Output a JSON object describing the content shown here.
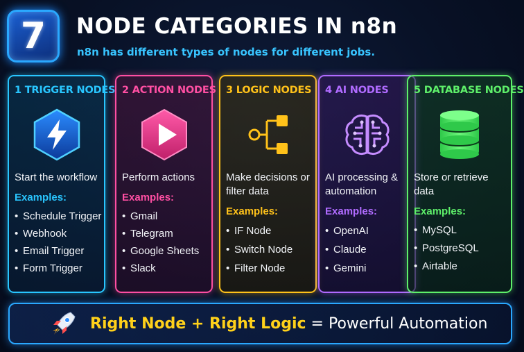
{
  "header": {
    "badge_number": "7",
    "title": "NODE CATEGORIES IN n8n",
    "subtitle": "n8n has different types of nodes for different jobs."
  },
  "cards": [
    {
      "title": "1 TRIGGER NODES",
      "icon": "lightning-bolt-icon",
      "color": "#29c6ff",
      "description": "Start the workflow",
      "examples_label": "Examples:",
      "examples": [
        "Schedule Trigger",
        "Webhook",
        "Email Trigger",
        "Form Trigger"
      ]
    },
    {
      "title": "2 ACTION NODES",
      "icon": "play-icon",
      "color": "#ff4fa3",
      "description": "Perform actions",
      "examples_label": "Examples:",
      "examples": [
        "Gmail",
        "Telegram",
        "Google Sheets",
        "Slack"
      ]
    },
    {
      "title": "3 LOGIC NODES",
      "icon": "branch-flow-icon",
      "color": "#ffc21a",
      "description": "Make decisions or filter data",
      "examples_label": "Examples:",
      "examples": [
        "IF Node",
        "Switch Node",
        "Filter Node"
      ]
    },
    {
      "title": "4 AI NODES",
      "icon": "brain-icon",
      "color": "#b06bff",
      "description": "AI processing & automation",
      "examples_label": "Examples:",
      "examples": [
        "OpenAI",
        "Claude",
        "Gemini"
      ]
    },
    {
      "title": "5 DATABASE NODES",
      "icon": "database-icon",
      "color": "#5ef06a",
      "description": "Store or retrieve data",
      "examples_label": "Examples:",
      "examples": [
        "MySQL",
        "PostgreSQL",
        "Airtable"
      ]
    }
  ],
  "footer": {
    "icon": "rocket-icon",
    "highlight_text": "Right Node + Right Logic",
    "plain_text": " = Powerful Automation"
  }
}
